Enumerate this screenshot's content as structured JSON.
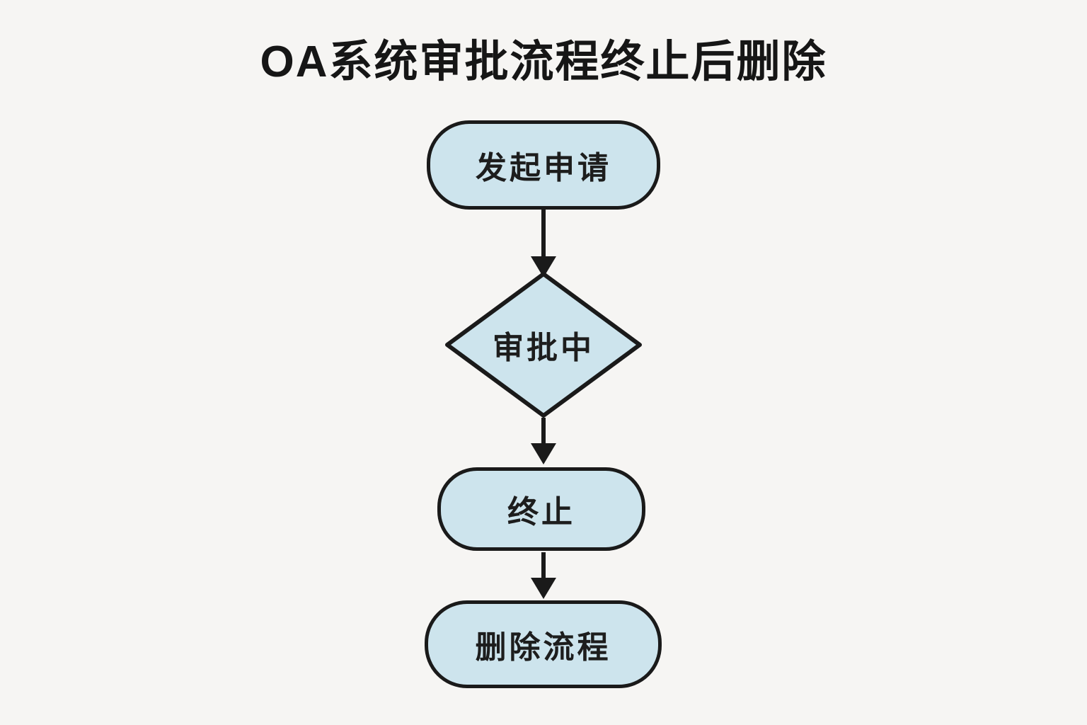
{
  "title": "OA系统审批流程终止后删除",
  "diagram": {
    "type": "flowchart",
    "direction": "top-down",
    "nodes": [
      {
        "id": "start",
        "shape": "rounded-rectangle",
        "label": "发起申请"
      },
      {
        "id": "approving",
        "shape": "diamond",
        "label": "审批中"
      },
      {
        "id": "terminate",
        "shape": "rounded-rectangle",
        "label": "终止"
      },
      {
        "id": "delete",
        "shape": "rounded-rectangle",
        "label": "删除流程"
      }
    ],
    "edges": [
      {
        "from": "start",
        "to": "approving",
        "style": "arrow-down"
      },
      {
        "from": "approving",
        "to": "terminate",
        "style": "arrow-down"
      },
      {
        "from": "terminate",
        "to": "delete",
        "style": "arrow-down"
      }
    ]
  },
  "colors": {
    "background": "#f6f5f3",
    "node_fill": "#cde4ed",
    "node_border": "#1a1a1a",
    "text": "#1d1d1d",
    "arrow": "#1a1a1a"
  }
}
